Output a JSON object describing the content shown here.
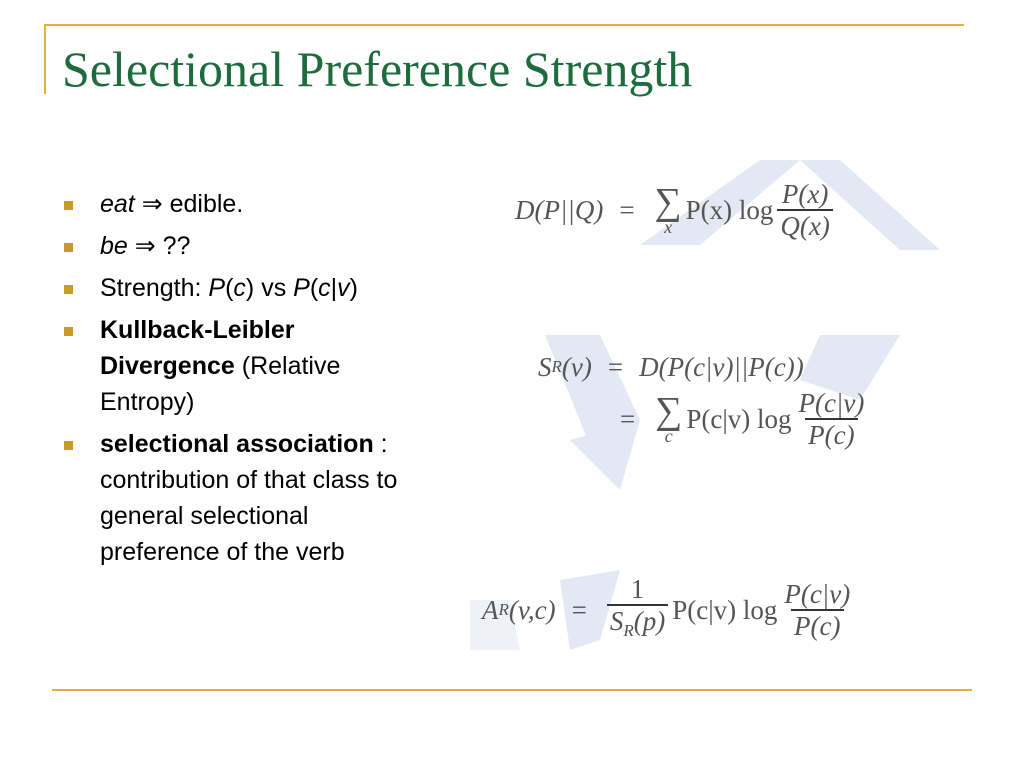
{
  "slide": {
    "title": "Selectional Preference Strength"
  },
  "bullets": {
    "b1": {
      "italic": "eat",
      "rest": " ⇒ edible."
    },
    "b2": {
      "italic": "be",
      "rest": "  ⇒ ??"
    },
    "b3": {
      "pre": "Strength: ",
      "P1": "P",
      "o1": "(",
      "c1": "c",
      "c1close": ") vs ",
      "P2": "P",
      "o2": "(",
      "c2": "c",
      "bar": "|",
      "v": "v",
      "close": ")"
    },
    "b4": {
      "bold1": "Kullback-Leibler",
      "bold2": "Divergence",
      "rest2": " (Relative",
      "line3": "Entropy)"
    },
    "b5": {
      "bold": "selectional association",
      "rest1": " :",
      "line2": "contribution of that class to",
      "line3": "general selectional",
      "line4": "preference of the verb"
    }
  },
  "equations": {
    "kl": {
      "lhs": "D(P||Q)",
      "eq": "=",
      "sum_sub": "x",
      "body": "P(x) log",
      "num": "P(x)",
      "den": "Q(x)"
    },
    "sr": {
      "lhs_s": "S",
      "lhs_sub": "R",
      "lhs_arg": "(v)",
      "eq": "=",
      "rhs1": "D(P(c|v)||P(c))",
      "eq2": "=",
      "sum_sub": "c",
      "body": "P(c|v) log",
      "num": "P(c|v)",
      "den": "P(c)"
    },
    "ar": {
      "lhs_a": "A",
      "lhs_sub": "R",
      "lhs_arg": "(v,c)",
      "eq": "=",
      "num1": "1",
      "den1_s": "S",
      "den1_sub": "R",
      "den1_arg": "(p)",
      "body": "P(c|v) log",
      "num": "P(c|v)",
      "den": "P(c)"
    }
  },
  "colors": {
    "title": "#1e6b3e",
    "accent_rule": "#e2b13c",
    "bullet_marker": "#c89a2a",
    "watermark": "#dfe6f2"
  }
}
